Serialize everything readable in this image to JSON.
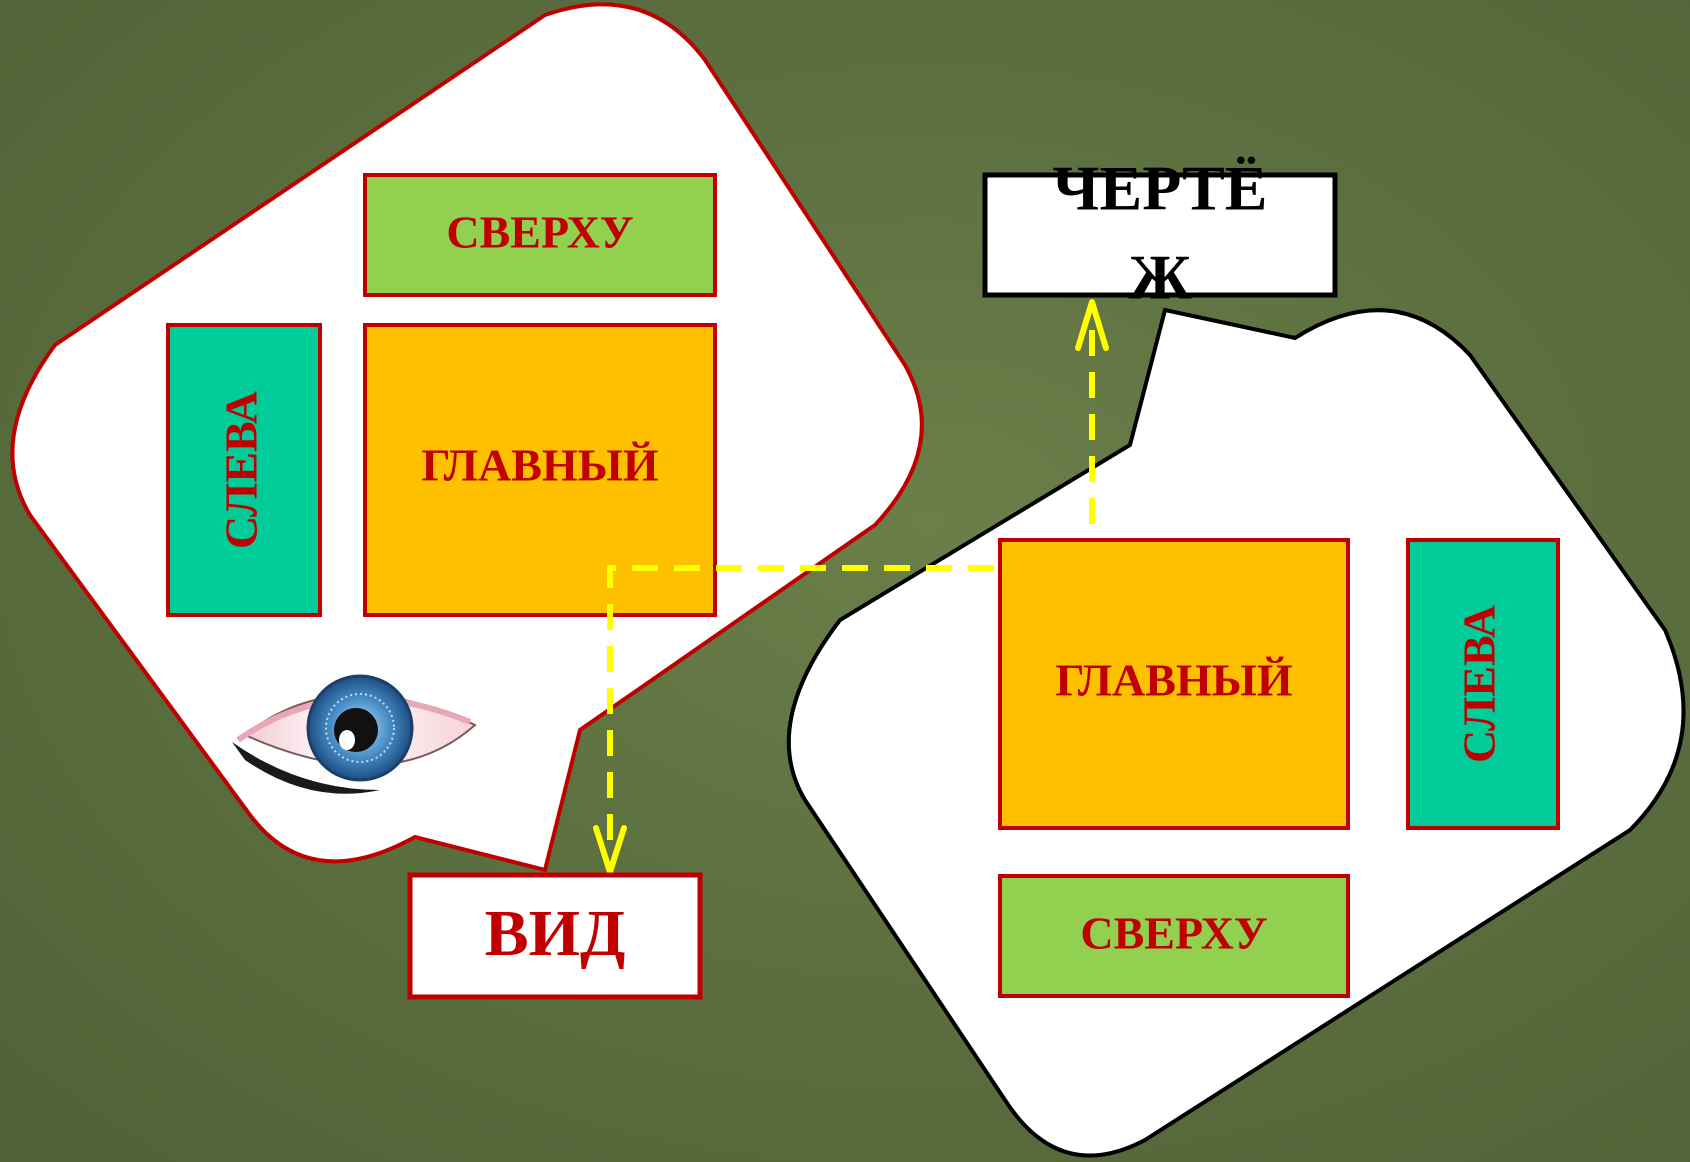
{
  "view_group": {
    "top_label": "СВЕРХУ",
    "front_label": "ГЛАВНЫЙ",
    "left_label": "СЛЕВА",
    "caption": "ВИД"
  },
  "drawing_group": {
    "front_label": "ГЛАВНЫЙ",
    "left_label": "СЛЕВА",
    "top_label": "СВЕРХУ",
    "caption_line1": "ЧЕРТЁ",
    "caption_line2": "Ж"
  },
  "colors": {
    "background": "#5d7040",
    "top_view": "#92d050",
    "front_view": "#ffc000",
    "left_view": "#00cc99",
    "label_red": "#c00000",
    "arrow_yellow": "#ffff00"
  },
  "icons": [
    "eye-icon"
  ]
}
